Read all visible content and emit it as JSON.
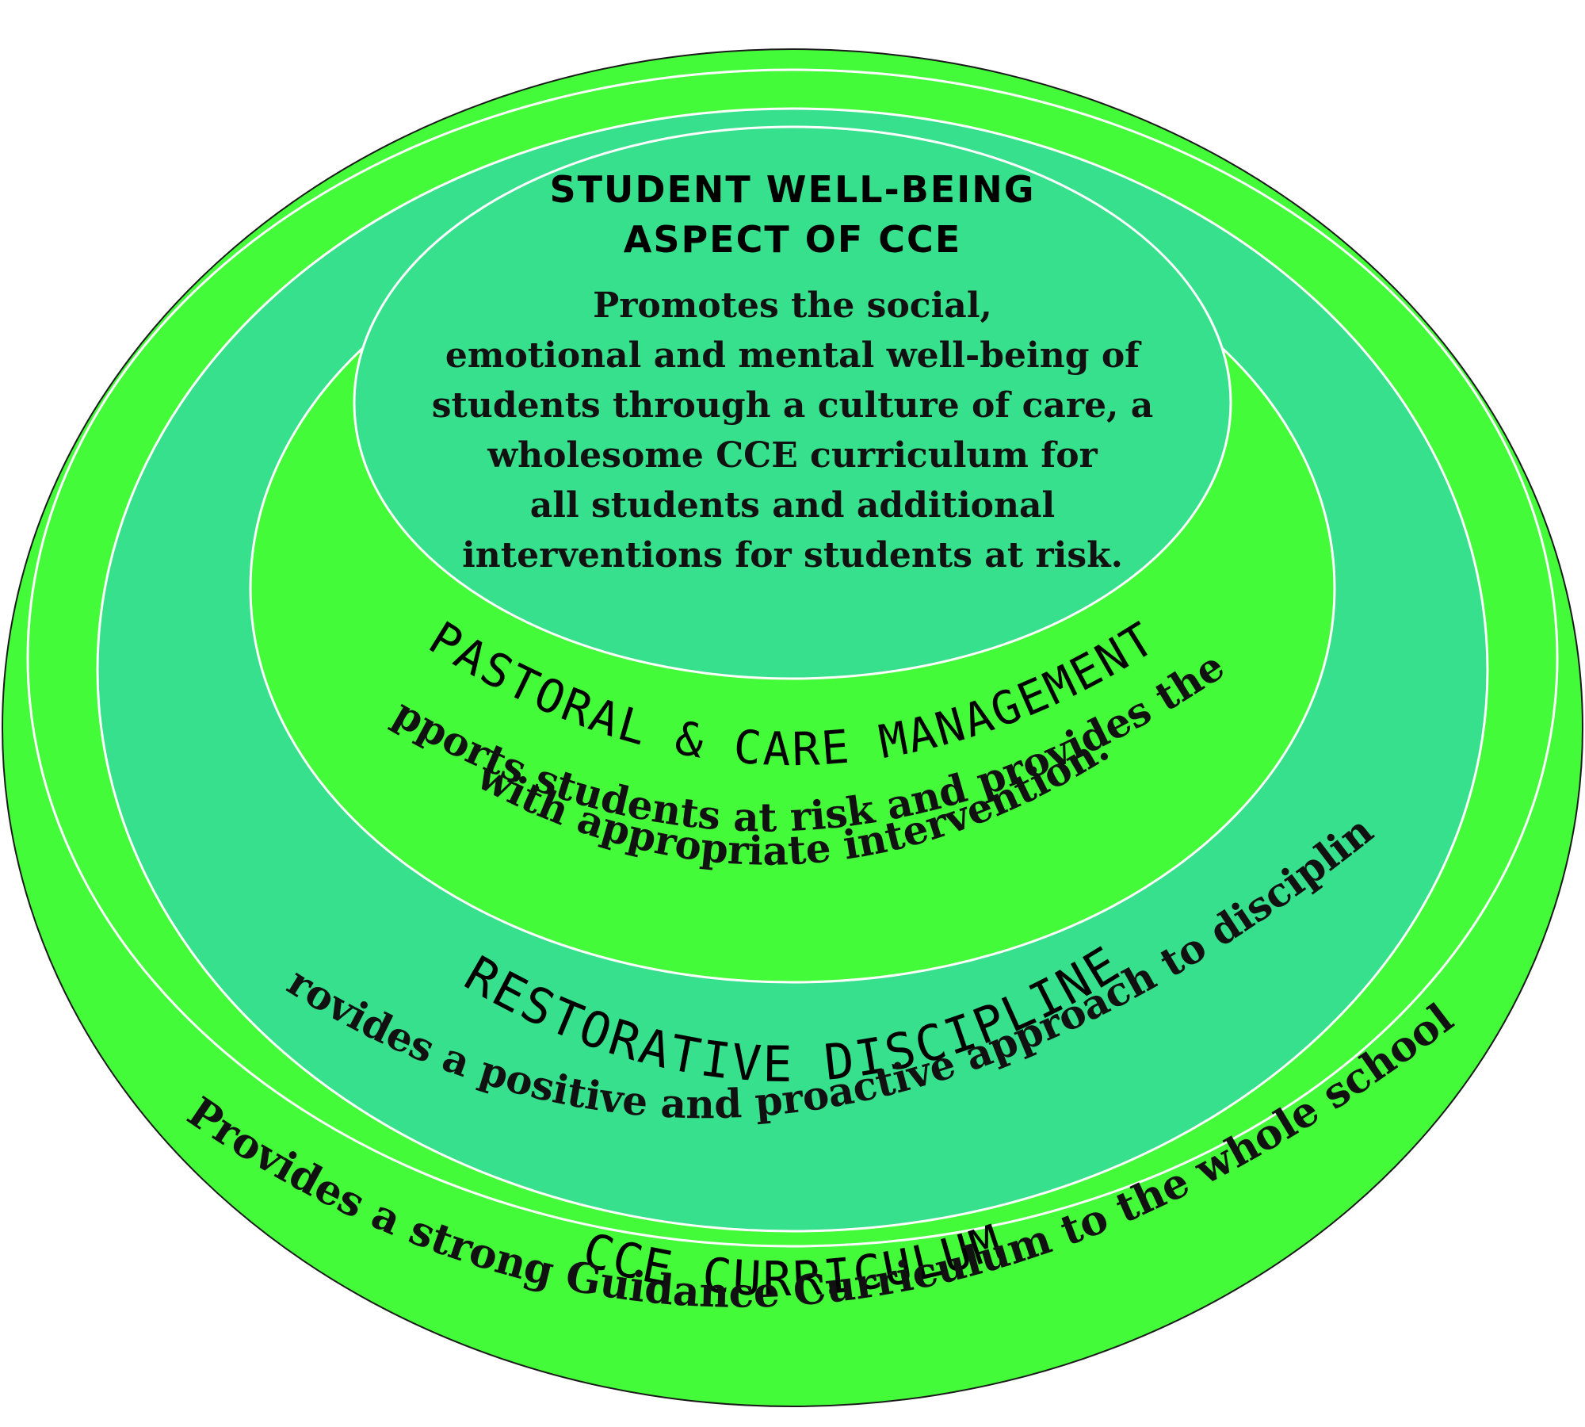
{
  "colors": {
    "bright_green": "#44fb39",
    "teal_green": "#36e08c",
    "outline": "#ffffff",
    "outer_border": "#1a1a1a"
  },
  "core": {
    "title_lines": [
      "STUDENT WELL-BEING",
      "ASPECT OF CCE"
    ],
    "body_lines": [
      "Promotes the social,",
      "emotional and mental well-being of",
      "students through a culture of care, a",
      "wholesome CCE curriculum for",
      "all students and additional",
      "interventions for students at risk."
    ]
  },
  "pastoral": {
    "title": "PASTORAL & CARE MANAGEMENT",
    "body_lines": [
      "Supports students at risk and provides them",
      "with appropriate intervention."
    ]
  },
  "restorative": {
    "title": "RESTORATIVE DISCIPLINE",
    "body": "Provides a positive and proactive approach to discipline."
  },
  "curriculum": {
    "title": "CCE CURRICULUM",
    "body": "Provides a strong Guidance Curriculum to the whole school."
  }
}
